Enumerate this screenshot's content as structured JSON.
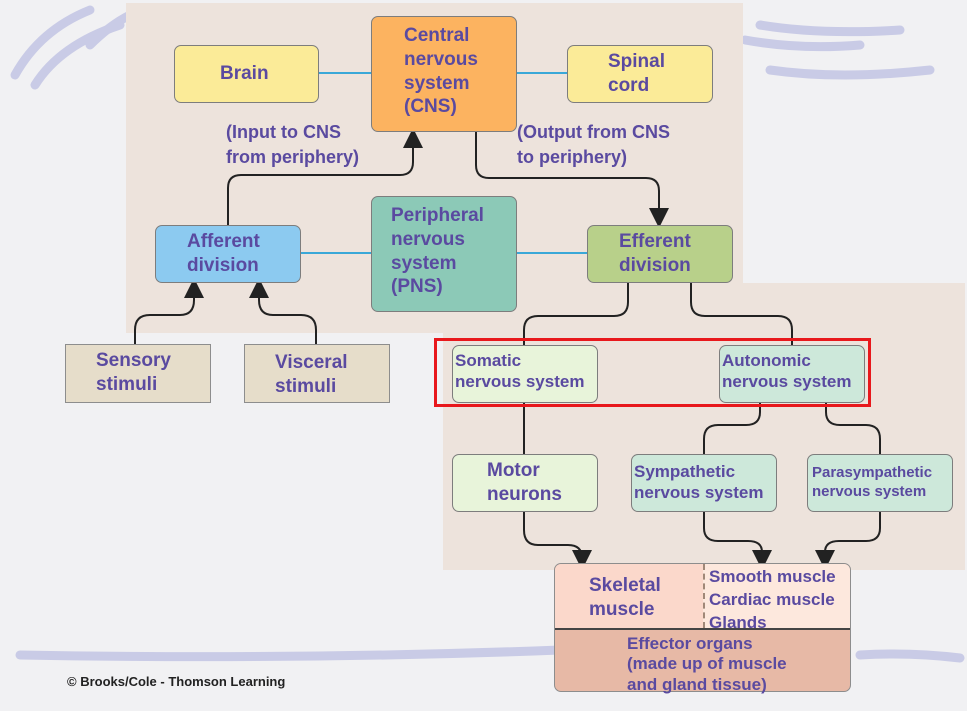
{
  "nodes": {
    "brain": "Brain",
    "cns": "Central\nnervous\nsystem\n(CNS)",
    "spinal_cord": "Spinal\ncord",
    "afferent": "Afferent\ndivision",
    "pns": "Peripheral\nnervous\nsystem\n(PNS)",
    "efferent": "Efferent\ndivision",
    "sensory": "Sensory\nstimuli",
    "visceral": "Visceral\nstimuli",
    "somatic": "Somatic\nnervous system",
    "autonomic": "Autonomic\nnervous system",
    "motor": "Motor\nneurons",
    "sympathetic": "Sympathetic\nnervous system",
    "parasympathetic": "Parasympathetic\nnervous  system",
    "skeletal": "Skeletal\nmuscle",
    "smooth": "Smooth muscle\nCardiac muscle\nGlands",
    "effector": "Effector organs\n(made up of muscle\nand gland tissue)"
  },
  "annotations": {
    "input": "(Input to CNS\nfrom periphery)",
    "output": "(Output from CNS\nto periphery)"
  },
  "copyright": "© Brooks/Cole - Thomson Learning",
  "colors": {
    "label_text": "#5a4aa0",
    "highlight": "#e8181c",
    "connector_blue": "#3aa8d8"
  }
}
